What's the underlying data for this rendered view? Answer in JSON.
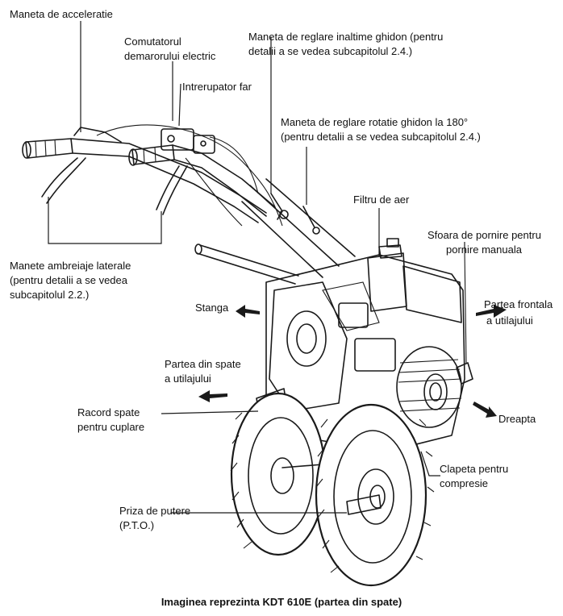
{
  "labels": {
    "acceleration_lever": "Maneta de acceleratie",
    "starter_switch_line1": "Comutatorul",
    "starter_switch_line2": "demarorului electric",
    "light_switch": "Intrerupator far",
    "height_lever_line1": "Maneta de reglare inaltime ghidon (pentru",
    "height_lever_line2": "detalii a se vedea subcapitolul 2.4.)",
    "rotation_lever_line1": "Maneta de reglare rotatie ghidon la 180°",
    "rotation_lever_line2": "(pentru detalii a se vedea subcapitolul 2.4.)",
    "air_filter": "Filtru de aer",
    "pull_cord_line1": "Sfoara de pornire pentru",
    "pull_cord_line2": "pornire manuala",
    "clutch_levers_line1": "Manete ambreiaje laterale",
    "clutch_levers_line2": "(pentru detalii a se vedea",
    "clutch_levers_line3": "subcapitolul 2.2.)",
    "left": "Stanga",
    "front_line1": "Partea frontala",
    "front_line2": "a utilajului",
    "rear_line1": "Partea din spate",
    "rear_line2": "a utilajului",
    "rear_coupling_line1": "Racord spate",
    "rear_coupling_line2": "pentru cuplare",
    "right": "Dreapta",
    "compression_valve_line1": "Clapeta pentru",
    "compression_valve_line2": "compresie",
    "pto_line1": "Priza de putere",
    "pto_line2": "(P.T.O.)"
  },
  "caption": "Imaginea reprezinta KDT 610E (partea din spate)",
  "colors": {
    "ink": "#1a1a1a",
    "background": "#ffffff"
  }
}
